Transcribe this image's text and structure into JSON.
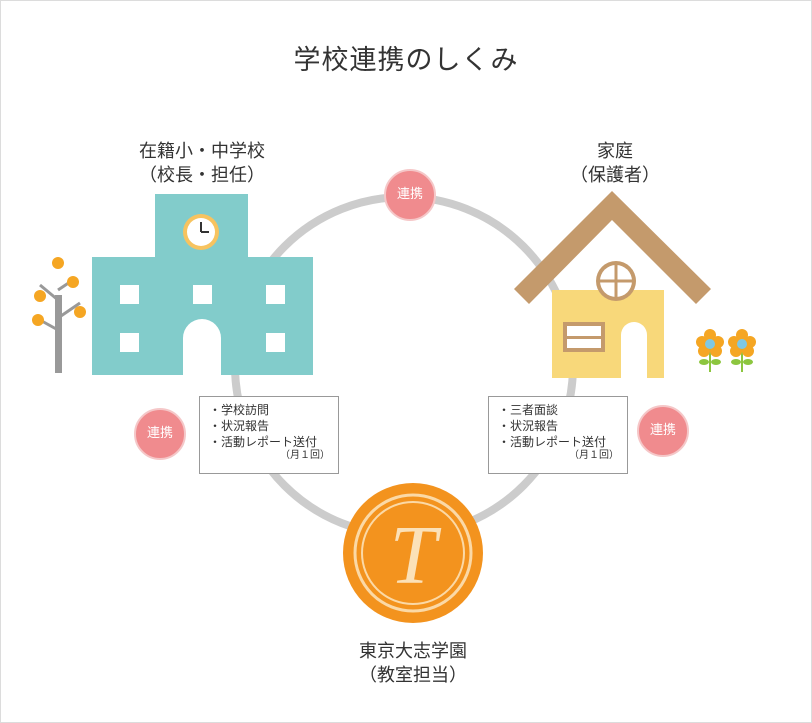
{
  "title": "学校連携のしくみ",
  "school": {
    "name": "在籍小・中学校",
    "role": "（校長・担任）"
  },
  "home": {
    "name": "家庭",
    "role": "（保護者）"
  },
  "cram": {
    "name": "東京大志学園",
    "role": "（教室担当）",
    "logo_letter": "T"
  },
  "badges": {
    "top": "連携",
    "left": "連携",
    "right": "連携"
  },
  "school_box": {
    "items": [
      "・学校訪問",
      "・状況報告",
      "・活動レポート送付"
    ],
    "note": "（月１回）"
  },
  "home_box": {
    "items": [
      "・三者面談",
      "・状況報告",
      "・活動レポート送付"
    ],
    "note": "（月１回）"
  },
  "colors": {
    "school": "#82cccb",
    "house": "#f8d87a",
    "roof": "#c49a6c",
    "logo": "#f3931e",
    "badge": "#f08b8e",
    "ring": "#cccccc"
  }
}
